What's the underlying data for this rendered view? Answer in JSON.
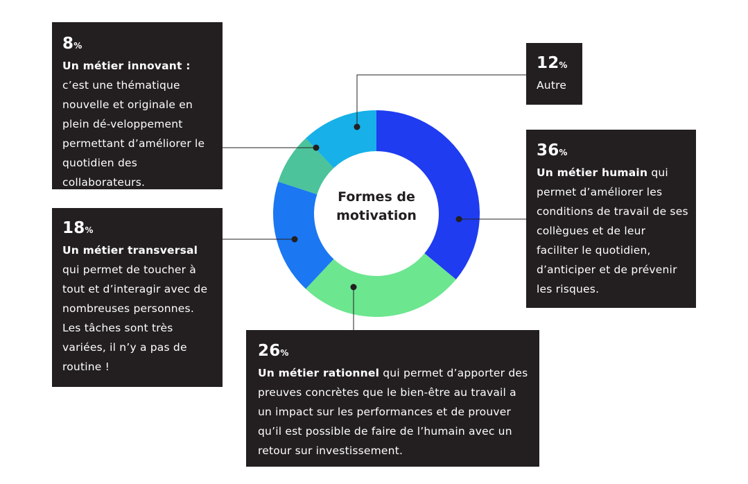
{
  "chart_data": {
    "type": "pie",
    "title": "Formes de\nmotivation",
    "slices": [
      {
        "label": "Un métier humain",
        "value": 36,
        "color": "#1f3cf0"
      },
      {
        "label": "Un métier rationnel",
        "value": 26,
        "color": "#6ce68f"
      },
      {
        "label": "Un métier transversal",
        "value": 18,
        "color": "#1b77f2"
      },
      {
        "label": "Un métier innovant",
        "value": 8,
        "color": "#4cc39a"
      },
      {
        "label": "Autre",
        "value": 12,
        "color": "#17b0e8"
      }
    ]
  },
  "title_lines": [
    "Formes de",
    "motivation"
  ],
  "boxes": {
    "innovant": {
      "pct": "8",
      "title": "Un métier innovant :",
      "text": " c’est une thématique nouvelle et originale en plein dé-veloppement permettant d’améliorer le quotidien des collaborateurs."
    },
    "autre": {
      "pct": "12",
      "title": "",
      "text": "Autre"
    },
    "humain": {
      "pct": "36",
      "title": "Un métier humain",
      "text": " qui permet d’améliorer les conditions de travail de ses collègues et de leur faciliter le quotidien, d’anticiper et de prévenir les risques."
    },
    "transversal": {
      "pct": "18",
      "title": "Un métier transversal",
      "text": " qui permet de toucher à tout et d’interagir avec de nombreuses personnes. Les tâches sont très variées, il n’y a pas de routine !"
    },
    "rationnel": {
      "pct": "26",
      "title": "Un métier rationnel",
      "text": " qui permet d’apporter des preuves concrètes que le bien-être au travail a un impact sur les performances et de prouver qu’il est possible de faire de l’humain avec un retour sur investissement."
    }
  },
  "percent_symbol": "%"
}
